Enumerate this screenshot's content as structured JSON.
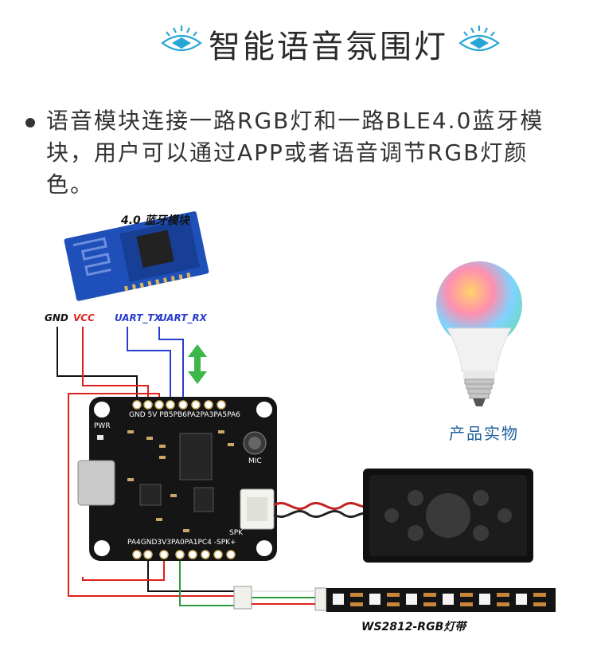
{
  "header": {
    "title": "智能语音氛围灯"
  },
  "description": {
    "text": "语音模块连接一路RGB灯和一路BLE4.0蓝牙模块，用户可以通过APP或者语音调节RGB灯颜色。"
  },
  "diagram": {
    "ble_module_label": "4.0 蓝牙模块",
    "wire_labels": {
      "gnd": "GND",
      "vcc": "VCC",
      "uart_tx": "UART_TX",
      "uart_rx": "UART_RX"
    },
    "board": {
      "top_pins": "GND 5V PB5PB6PA2PA3PA5PA6",
      "bottom_pins": "PA4GND3V3PA0PA1PC4 -SPK+",
      "pwr_label": "PWR",
      "mic_label": "MIC",
      "spk_label": "SPK"
    },
    "product_caption": "产品实物",
    "led_strip_label": "WS2812-RGB灯带"
  },
  "colors": {
    "title_text": "#2a2a2a",
    "accent_blue": "#1e5f9c",
    "wire_red": "#e0201c",
    "wire_blue": "#2a3bd0",
    "wire_black": "#111111",
    "wire_green": "#2e9a3a",
    "arrow_green": "#3cb84a",
    "board_black": "#151515"
  },
  "icons": [
    "eye-deco-icon",
    "double-arrow-icon"
  ]
}
